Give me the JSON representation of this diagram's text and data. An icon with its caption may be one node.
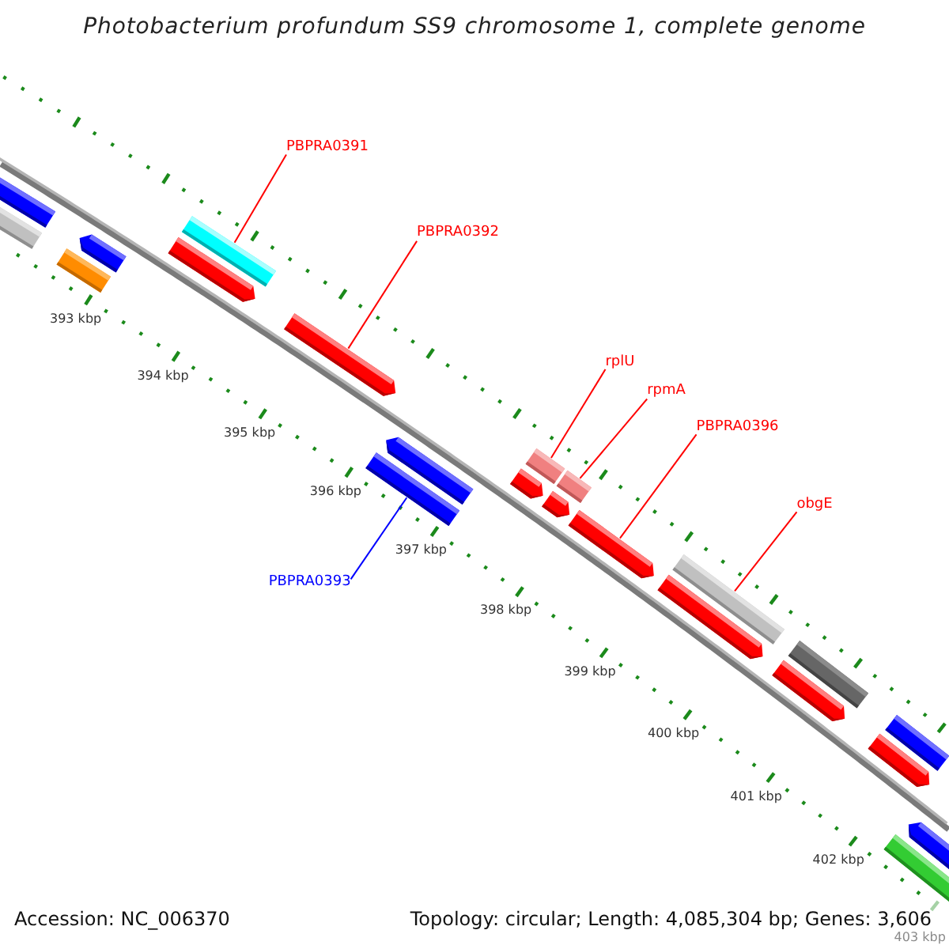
{
  "diagram": {
    "title": "Photobacterium profundum SS9 chromosome 1, complete genome",
    "nodes": [
      {
        "text": [
          "PBPRA0391"
        ]
      },
      {
        "text": [],
        "shape": "bar"
      },
      {
        "text": [
          "PBPRA0392"
        ]
      },
      {
        "text": [],
        "shape": "bar"
      },
      {
        "text": [
          "PBPRA0393"
        ]
      },
      {
        "text": [],
        "shape": "bar"
      },
      {
        "text": [
          "rplU"
        ]
      },
      {
        "text": [],
        "shape": "bar"
      },
      {
        "text": [
          "rpmA"
        ]
      },
      {
        "text": [],
        "shape": "bar"
      },
      {
        "text": [
          "PBPRA0396"
        ]
      },
      {
        "text": [],
        "shape": "bar"
      },
      {
        "text": [
          "obgE"
        ]
      },
      {
        "text": [],
        "shape": "bar"
      }
    ],
    "edges": [
      {
        "from": 0,
        "to": 1,
        "arrow": "none"
      },
      {
        "from": 2,
        "to": 3,
        "arrow": "none"
      },
      {
        "from": 4,
        "to": 5,
        "arrow": "none",
        "color": "#0000ff"
      },
      {
        "from": 6,
        "to": 7,
        "arrow": "none"
      },
      {
        "from": 8,
        "to": 9,
        "arrow": "none"
      },
      {
        "from": 10,
        "to": 11,
        "arrow": "none"
      },
      {
        "from": 12,
        "to": 13,
        "arrow": "none"
      }
    ],
    "labels": [
      "393 kbp",
      "394 kbp",
      "395 kbp",
      "396 kbp",
      "397 kbp",
      "398 kbp",
      "399 kbp",
      "400 kbp",
      "401 kbp",
      "402 kbp",
      "403 kbp",
      "Accession: NC_006370",
      "Topology: circular; Length: 4,085,304 bp; Genes: 3,606"
    ]
  }
}
